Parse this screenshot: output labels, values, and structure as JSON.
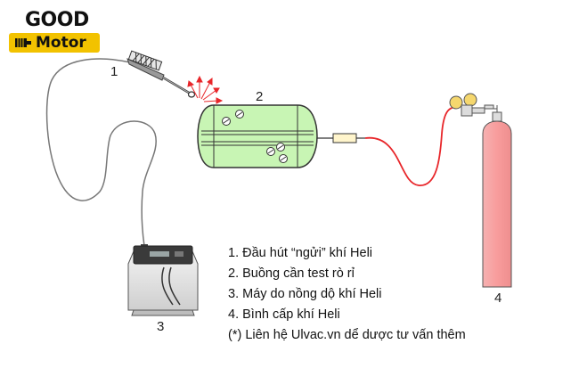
{
  "logo": {
    "top_text": "GOOD",
    "bottom_text": "Motor"
  },
  "labels": {
    "probe": "1",
    "chamber": "2",
    "detector": "3",
    "cylinder": "4"
  },
  "legend": [
    "1. Đầu hút “ngửi” khí Heli",
    "2. Buồng cần test rò rỉ",
    "3. Máy do nồng dộ khí Heli",
    "4. Bình cấp khí Heli",
    "(*) Liên hệ Ulvac.vn dể dược tư vấn thêm"
  ],
  "colors": {
    "chamber_fill": "#c8f5b4",
    "cylinder_fill": "#f7a3a3",
    "gas_line": "#e8262a",
    "logo_yellow": "#f2c200"
  },
  "icons": [
    "motor-icon",
    "sniffer-probe-icon",
    "leak-spray-icon",
    "regulator-icon"
  ]
}
